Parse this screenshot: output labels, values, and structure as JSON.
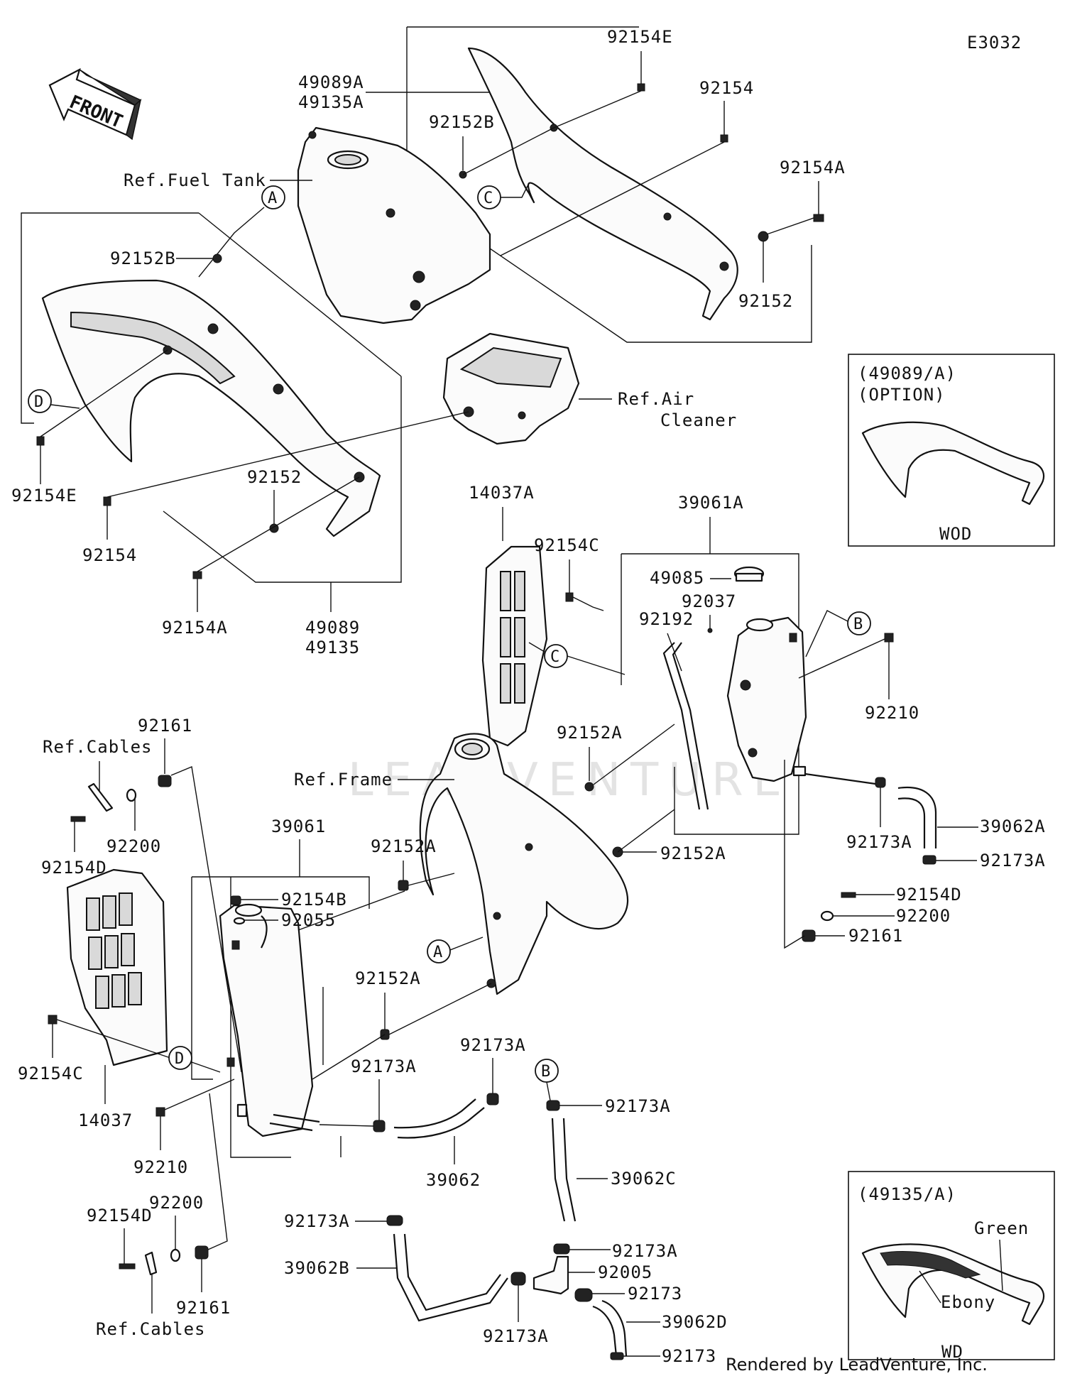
{
  "diagram_code": "E3032",
  "front_arrow_text": "FRONT",
  "watermark": "LEADVENTURE",
  "credit": "Rendered by LeadVenture, Inc.",
  "references": {
    "fuel_tank": "Ref.Fuel Tank",
    "air_cleaner_line1": "Ref.Air",
    "air_cleaner_line2": "Cleaner",
    "frame": "Ref.Frame",
    "cables_top": "Ref.Cables",
    "cables_bottom": "Ref.Cables"
  },
  "callouts": {
    "A": "A",
    "B": "B",
    "C": "C",
    "D": "D"
  },
  "labels": {
    "p49089A": "49089A",
    "p49135A": "49135A",
    "p92154E_top": "92154E",
    "p92154_top": "92154",
    "p92152B_top": "92152B",
    "p92154A_top": "92154A",
    "p92152_top": "92152",
    "p92152B_left": "92152B",
    "p92154E_left": "92154E",
    "p92154_left": "92154",
    "p92152_mid": "92152",
    "p92154A_left": "92154A",
    "p49089": "49089",
    "p49135": "49135",
    "p14037A": "14037A",
    "p92154C_right": "92154C",
    "p39061A": "39061A",
    "p49085": "49085",
    "p92037": "92037",
    "p92192": "92192",
    "p92210_right": "92210",
    "p92161_top": "92161",
    "p92200_top": "92200",
    "p92154D_top": "92154D",
    "p92152A_1": "92152A",
    "p92152A_2": "92152A",
    "p92152A_3": "92152A",
    "p92152A_4": "92152A",
    "p39061": "39061",
    "p92154B": "92154B",
    "p92055": "92055",
    "p39062A": "39062A",
    "p92173A_r1": "92173A",
    "p92173A_r2": "92173A",
    "p92154D_right": "92154D",
    "p92200_right": "92200",
    "p92161_right": "92161",
    "p92154C_left": "92154C",
    "p14037": "14037",
    "p92210_left": "92210",
    "p92173A_c1": "92173A",
    "p92173A_c2": "92173A",
    "p39062": "39062",
    "p92173A_c3": "92173A",
    "p39062C": "39062C",
    "p92173A_c4": "92173A",
    "p92173A_c5": "92173A",
    "p39062B": "39062B",
    "p92005": "92005",
    "p92173_1": "92173",
    "p39062D": "39062D",
    "p92173_2": "92173",
    "p92173A_c6": "92173A",
    "p92154D_bottom": "92154D",
    "p92200_bottom": "92200",
    "p92161_bottom": "92161"
  },
  "option_boxes": {
    "wod": {
      "title1": "(49089/A)",
      "title2": "(OPTION)",
      "caption": "WOD"
    },
    "wd": {
      "title": "(49135/A)",
      "color1": "Green",
      "color2": "Ebony",
      "caption": "WD"
    }
  }
}
